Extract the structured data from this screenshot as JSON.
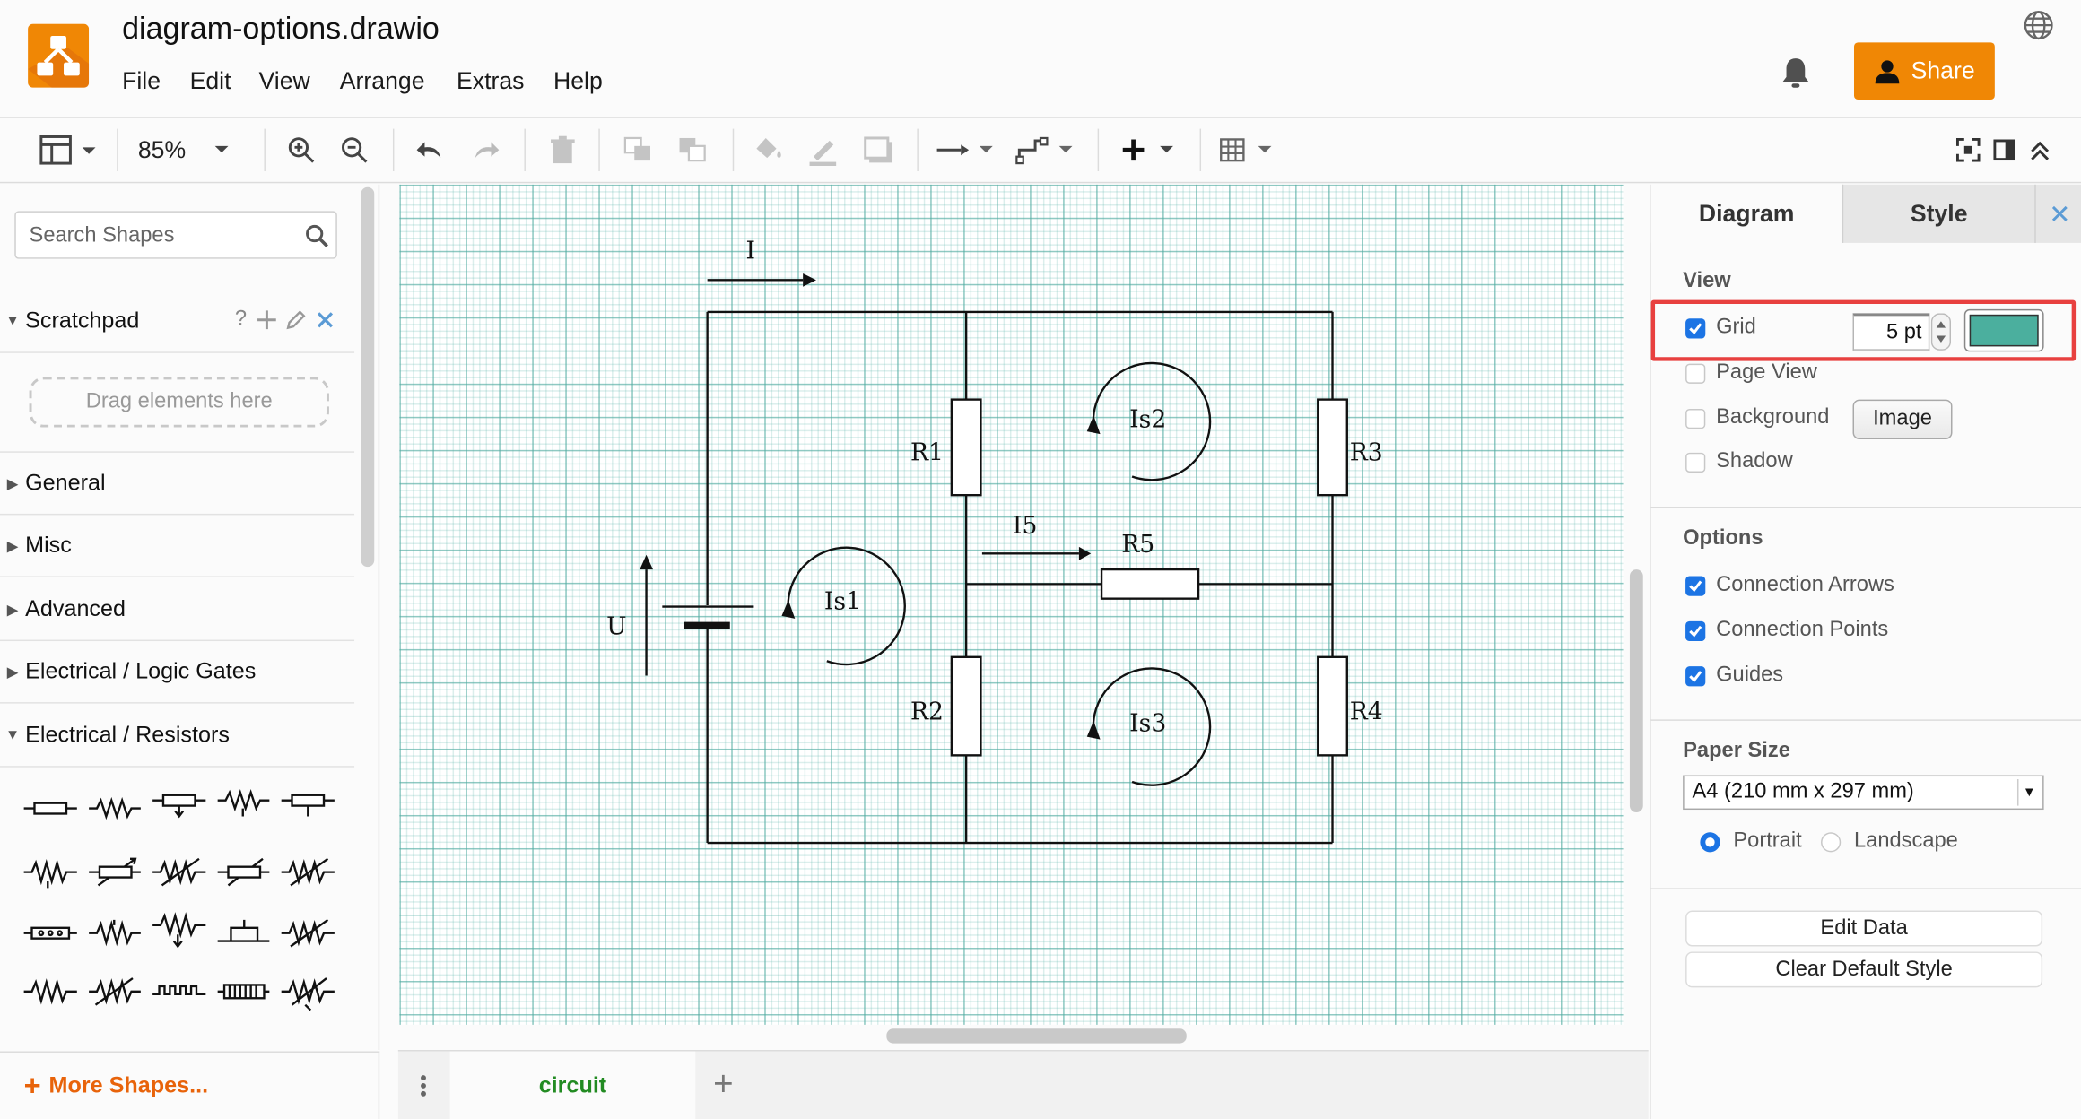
{
  "app": {
    "document_title": "diagram-options.drawio",
    "menu": [
      "File",
      "Edit",
      "View",
      "Arrange",
      "Extras",
      "Help"
    ],
    "share_label": "Share",
    "brand_color": "#f08705"
  },
  "toolbar": {
    "zoom": "85%",
    "icons": [
      "format-panel-icon",
      "zoom-in-icon",
      "zoom-out-icon",
      "undo-icon",
      "redo-icon",
      "delete-icon",
      "to-front-icon",
      "to-back-icon",
      "fill-color-icon",
      "line-color-icon",
      "shadow-icon",
      "connection-icon",
      "waypoints-icon",
      "insert-icon",
      "table-icon",
      "fullscreen-icon",
      "format-toggle-icon",
      "collapse-icon"
    ]
  },
  "sidebar": {
    "search_placeholder": "Search Shapes",
    "scratchpad": {
      "label": "Scratchpad",
      "help": "?",
      "drop_hint": "Drag elements here"
    },
    "sections": [
      "General",
      "Misc",
      "Advanced",
      "Electrical / Logic Gates",
      "Electrical / Resistors"
    ],
    "more_shapes": "More Shapes..."
  },
  "canvas": {
    "grid_color": "#4baf9e",
    "labels": {
      "current": "I",
      "voltage": "U",
      "r1": "R1",
      "r2": "R2",
      "r3": "R3",
      "r4": "R4",
      "r5": "R5",
      "i5": "I5",
      "is1": "Is1",
      "is2": "Is2",
      "is3": "Is3"
    }
  },
  "pages": {
    "active": "circuit",
    "active_color": "#228b22"
  },
  "format_panel": {
    "tabs": {
      "diagram": "Diagram",
      "style": "Style"
    },
    "view": {
      "heading": "View",
      "grid": {
        "label": "Grid",
        "checked": true,
        "size": "5 pt",
        "color": "#4baf9e"
      },
      "page_view": {
        "label": "Page View",
        "checked": false
      },
      "background": {
        "label": "Background",
        "checked": false,
        "button": "Image"
      },
      "shadow": {
        "label": "Shadow",
        "checked": false
      }
    },
    "options": {
      "heading": "Options",
      "connection_arrows": {
        "label": "Connection Arrows",
        "checked": true
      },
      "connection_points": {
        "label": "Connection Points",
        "checked": true
      },
      "guides": {
        "label": "Guides",
        "checked": true
      }
    },
    "paper_size": {
      "heading": "Paper Size",
      "selected": "A4 (210 mm x 297 mm)",
      "portrait": "Portrait",
      "landscape": "Landscape",
      "orientation": "portrait"
    },
    "edit_data": "Edit Data",
    "clear_default_style": "Clear Default Style",
    "highlight_color": "#e8403f"
  }
}
